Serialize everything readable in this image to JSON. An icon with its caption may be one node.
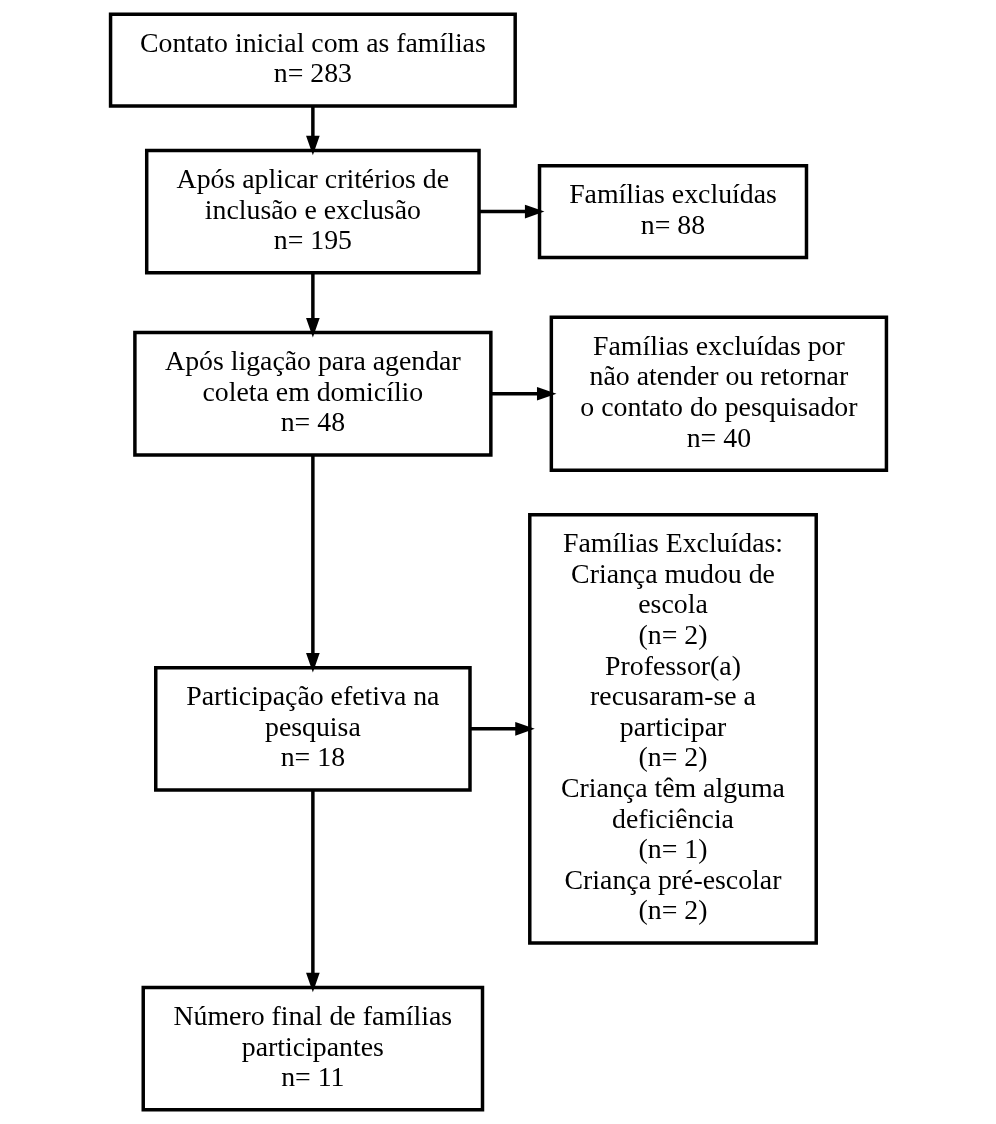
{
  "diagram": {
    "nodes": [
      {
        "text": [
          "Contato inicial com as famílias",
          "n= 283"
        ]
      },
      {
        "text": [
          "Após aplicar critérios de inclusão e exclusão",
          "n= 195"
        ]
      },
      {
        "text": [
          "Famílias excluídas",
          "n= 88"
        ]
      },
      {
        "text": [
          "Após ligação para agendar coleta em domicílio",
          "n= 48"
        ]
      },
      {
        "text": [
          "Famílias excluídas por não atender ou retornar o contato do pesquisador",
          "n= 40"
        ]
      },
      {
        "text": [
          "Participação efetiva na pesquisa",
          "n= 18"
        ]
      },
      {
        "text": [
          "Famílias Excluídas:",
          "Criança mudou de escola",
          "(n= 2)",
          "Professor(a) recusaram-se a participar",
          "(n= 2)",
          "Criança têm alguma deficiência",
          "(n= 1)",
          "Criança pré-escolar",
          "(n= 2)"
        ]
      },
      {
        "text": [
          "Número final de famílias participantes",
          "n= 11"
        ]
      }
    ],
    "edges": [
      {
        "from": 0,
        "to": 1,
        "arrow": "to"
      },
      {
        "from": 1,
        "to": 2,
        "arrow": "to"
      },
      {
        "from": 1,
        "to": 3,
        "arrow": "to"
      },
      {
        "from": 3,
        "to": 4,
        "arrow": "to"
      },
      {
        "from": 3,
        "to": 5,
        "arrow": "to"
      },
      {
        "from": 5,
        "to": 6,
        "arrow": "to"
      },
      {
        "from": 5,
        "to": 7,
        "arrow": "to"
      }
    ]
  }
}
